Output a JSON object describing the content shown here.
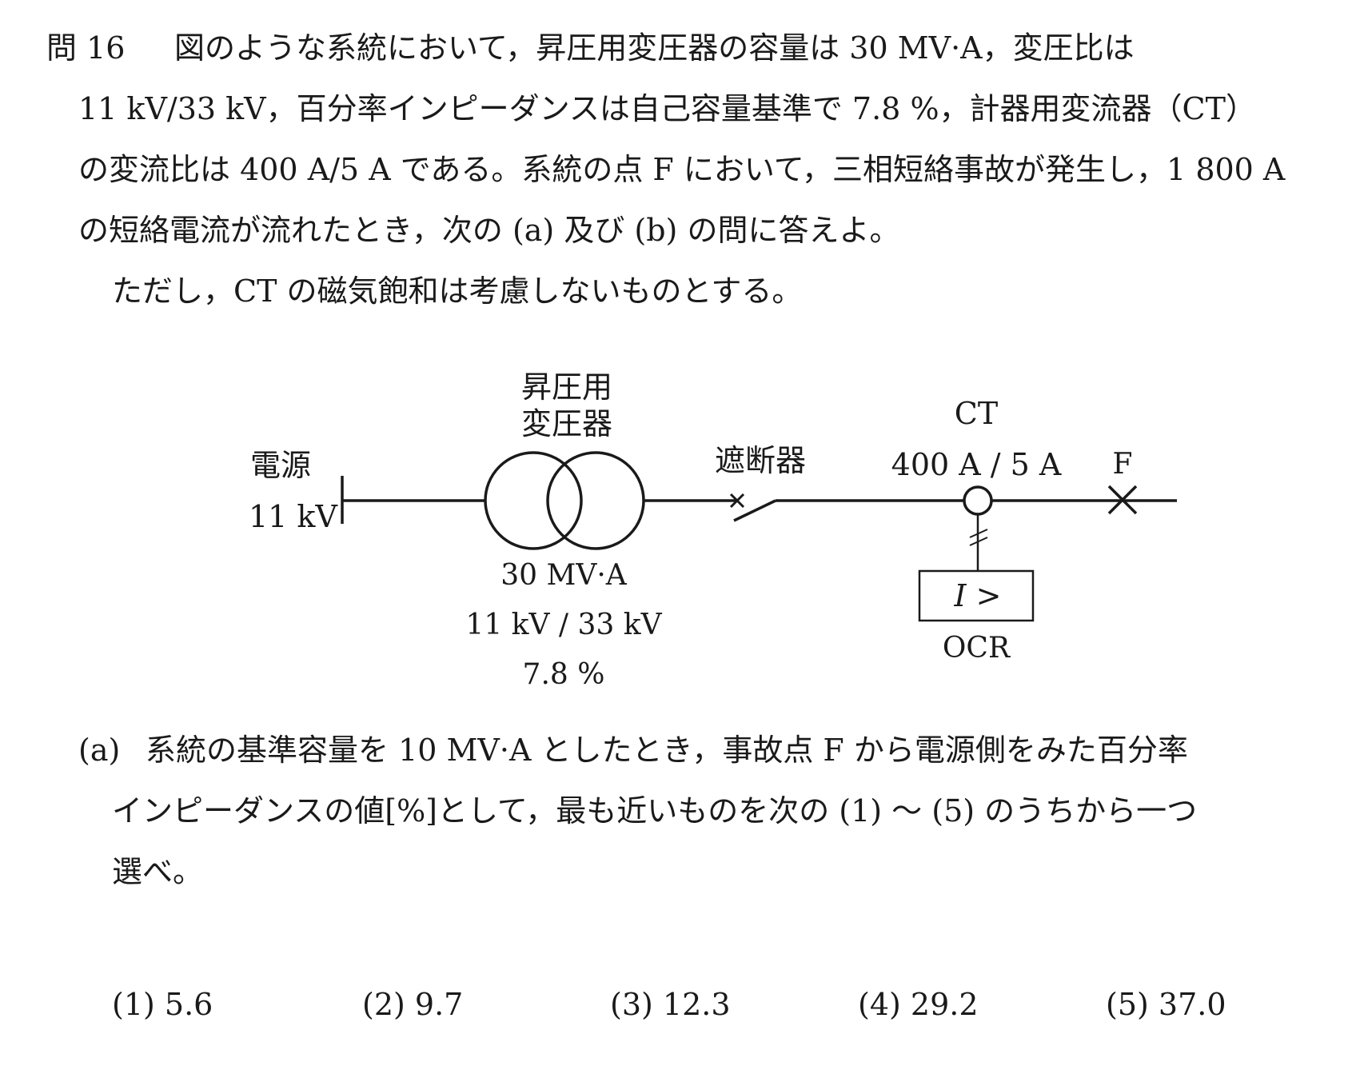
{
  "question": {
    "number": "問 16",
    "lines": [
      "図のような系統において，昇圧用変圧器の容量は 30 MV·A，変圧比は",
      "11 kV/33 kV，百分率インピーダンスは自己容量基準で 7.8 %，計器用変流器（CT）",
      "の変流比は 400 A/5 A である。系統の点 F において，三相短絡事故が発生し，1 800 A",
      "の短絡電流が流れたとき，次の (a) 及び (b) の問に答えよ。"
    ],
    "note": "ただし，CT の磁気飽和は考慮しないものとする。"
  },
  "diagram": {
    "source_label": "電源",
    "source_voltage": "11 kV",
    "transformer_title_1": "昇圧用",
    "transformer_title_2": "変圧器",
    "transformer_capacity": "30 MV·A",
    "transformer_ratio": "11 kV / 33 kV",
    "transformer_impedance": "7.8 %",
    "breaker_label": "遮断器",
    "ct_label": "CT",
    "ct_ratio": "400 A / 5 A",
    "fault_label": "F",
    "relay_symbol": "I >",
    "relay_label": "OCR"
  },
  "part_a": {
    "label": "(a)",
    "line1": "系統の基準容量を 10 MV·A としたとき，事故点 F から電源側をみた百分率",
    "line2": "インピーダンスの値[%]として，最も近いものを次の (1) ～ (5) のうちから一つ",
    "line3": "選べ。"
  },
  "choices": [
    {
      "num": "(1)",
      "value": "5.6"
    },
    {
      "num": "(2)",
      "value": "9.7"
    },
    {
      "num": "(3)",
      "value": "12.3"
    },
    {
      "num": "(4)",
      "value": "29.2"
    },
    {
      "num": "(5)",
      "value": "37.0"
    }
  ]
}
